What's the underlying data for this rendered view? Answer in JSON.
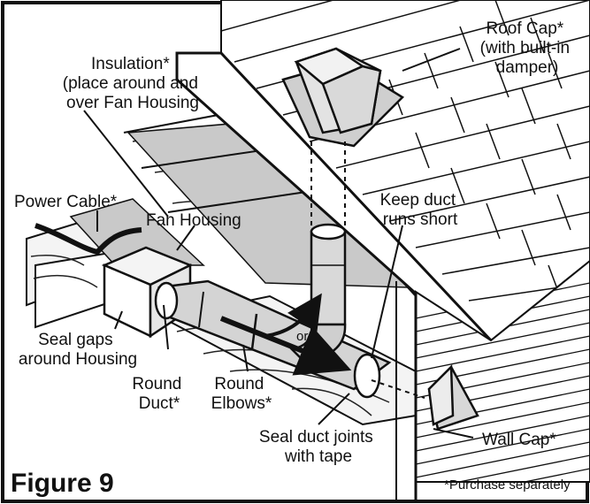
{
  "figure": {
    "title": "Figure 9",
    "footnote": "*Purchase separately"
  },
  "labels": {
    "insulation": [
      "Insulation*",
      "(place around and",
      "over Fan Housing"
    ],
    "power_cable": "Power Cable*",
    "fan_housing": "Fan Housing",
    "seal_gaps": [
      "Seal gaps",
      "around Housing"
    ],
    "round_duct": [
      "Round",
      "Duct*"
    ],
    "or": "or",
    "round_elbows": [
      "Round",
      "Elbows*"
    ],
    "seal_joints": [
      "Seal duct joints",
      "with tape"
    ],
    "keep_short": [
      "Keep duct",
      "runs short"
    ],
    "roof_cap": [
      "Roof Cap*",
      "(with built-in",
      "damper)"
    ],
    "wall_cap": "Wall Cap*"
  },
  "colors": {
    "ink": "#111111",
    "insulation_gray": "#c9c9c9",
    "fan_face": "#e6e6e6",
    "duct_gray": "#d4d4d4"
  }
}
